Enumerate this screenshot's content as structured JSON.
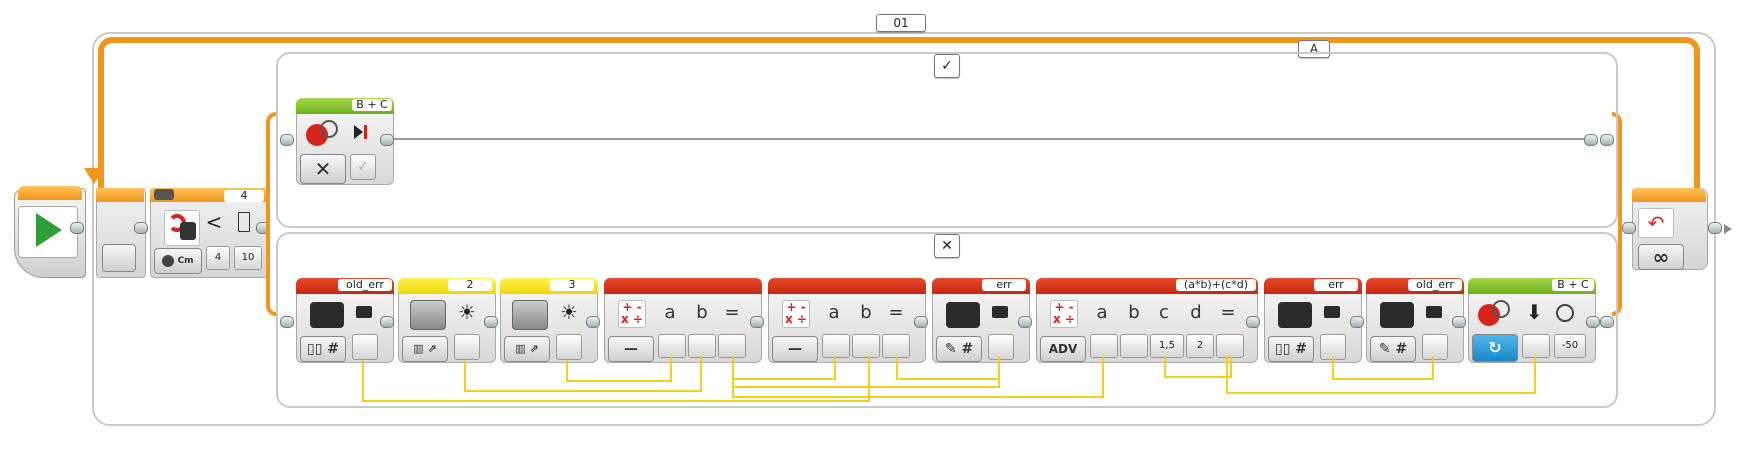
{
  "loop": {
    "name": "01",
    "interrupt_name": "A",
    "infinity_symbol": "∞"
  },
  "switch": {
    "true_case_icon": "check-icon",
    "false_case_icon": "cross-icon",
    "sensor_port": "4",
    "compare_symbol": "<",
    "threshold": "4",
    "input_value": "10",
    "units": "Cm"
  },
  "true_branch": {
    "steering_block": {
      "ports": "B + C",
      "mode_symbol": "✕",
      "brake_symbol": "✓"
    }
  },
  "false_branch": {
    "blocks": [
      {
        "type": "variable",
        "name": "old_err",
        "mode": "#"
      },
      {
        "type": "color-sensor",
        "port": "2",
        "mode": "☀"
      },
      {
        "type": "color-sensor",
        "port": "3",
        "mode": "☀"
      },
      {
        "type": "math",
        "letters": [
          "a",
          "b",
          "="
        ],
        "mode": "—"
      },
      {
        "type": "math",
        "letters": [
          "a",
          "b",
          "="
        ],
        "mode": "—"
      },
      {
        "type": "variable",
        "name": "err",
        "mode": "#"
      },
      {
        "type": "math-advanced",
        "formula": "(a*b)+(c*d)",
        "letters": [
          "a",
          "b",
          "c",
          "d",
          "="
        ],
        "mode": "ADV",
        "c_value": "1,5",
        "d_value": "2"
      },
      {
        "type": "variable",
        "name": "err",
        "mode": "#"
      },
      {
        "type": "variable",
        "name": "old_err",
        "mode": "#"
      },
      {
        "type": "steering",
        "ports": "B + C",
        "power": "-50"
      }
    ]
  },
  "colors": {
    "loop": "#f3951d",
    "action": "#6bb01c",
    "sensor": "#f0d800",
    "data": "#c6280f",
    "wire": "#f5cf1a"
  }
}
